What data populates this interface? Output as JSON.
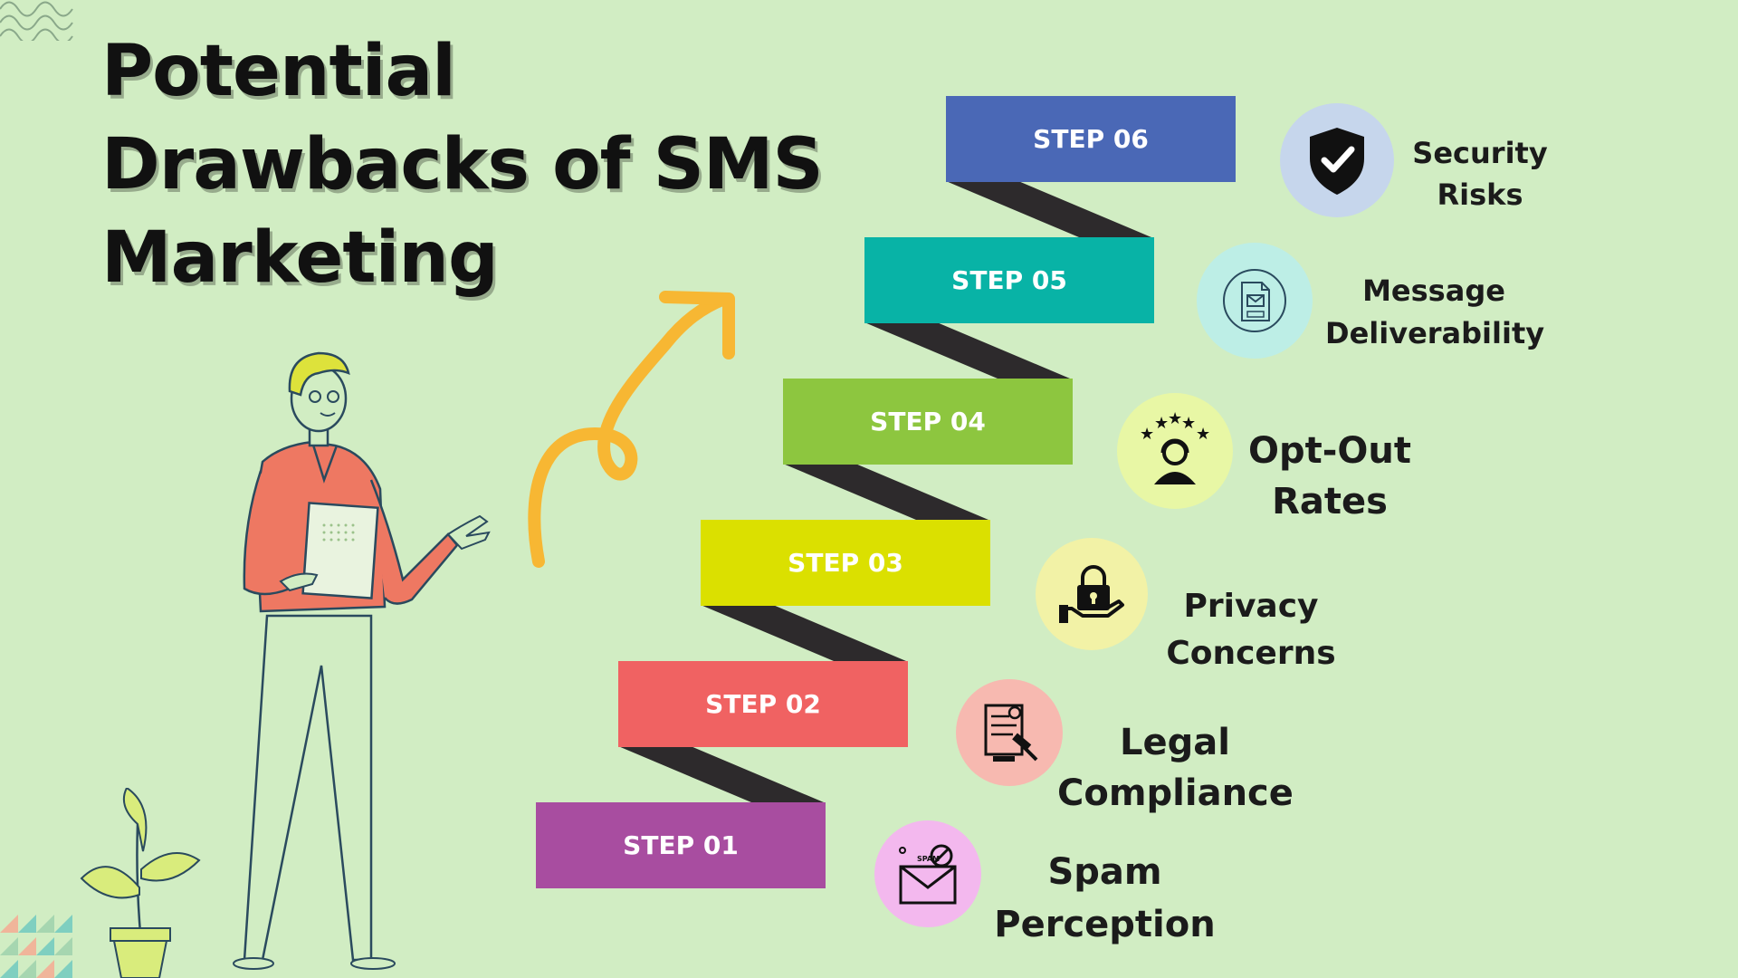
{
  "title_lines": [
    "Potential",
    "Drawbacks of SMS",
    "Marketing"
  ],
  "steps": [
    {
      "label": "STEP 01",
      "color": "#a84da0"
    },
    {
      "label": "STEP 02",
      "color": "#f06262"
    },
    {
      "label": "STEP 03",
      "color": "#dbe000"
    },
    {
      "label": "STEP 04",
      "color": "#8dc63f"
    },
    {
      "label": "STEP 05",
      "color": "#08b3a6"
    },
    {
      "label": "STEP 06",
      "color": "#4a68b6"
    }
  ],
  "drawbacks": [
    {
      "lines": [
        "Spam",
        "Perception"
      ],
      "icon": "spam-envelope-icon",
      "circle_color": "#f3b8ee"
    },
    {
      "lines": [
        "Legal",
        "Compliance"
      ],
      "icon": "legal-document-gavel-icon",
      "circle_color": "#f7b9b0"
    },
    {
      "lines": [
        "Privacy",
        "Concerns"
      ],
      "icon": "lock-in-hand-icon",
      "circle_color": "#f2f2a6"
    },
    {
      "lines": [
        "Opt-Out",
        "Rates"
      ],
      "icon": "customer-rating-stars-icon",
      "circle_color": "#e8f7a5"
    },
    {
      "lines": [
        "Message",
        "Deliverability"
      ],
      "icon": "message-file-icon",
      "circle_color": "#bdeee6"
    },
    {
      "lines": [
        "Security",
        "Risks"
      ],
      "icon": "shield-check-icon",
      "circle_color": "#c6d6ec"
    }
  ],
  "colors": {
    "background": "#d1edc3",
    "stair_riser": "#2d2a2c",
    "arrow": "#f7b733",
    "person_shirt": "#ee7862",
    "person_hair": "#dde23b",
    "plant_leaf": "#d9ec7c",
    "outline": "#2a4a5e"
  }
}
